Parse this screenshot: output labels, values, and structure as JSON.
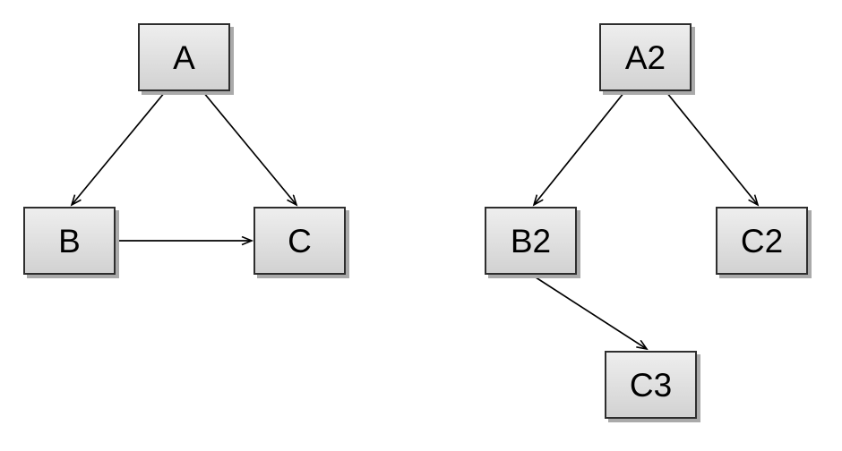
{
  "graph_left": {
    "nodes": [
      {
        "id": "A",
        "label": "A"
      },
      {
        "id": "B",
        "label": "B"
      },
      {
        "id": "C",
        "label": "C"
      }
    ],
    "edges": [
      {
        "from": "A",
        "to": "B"
      },
      {
        "from": "A",
        "to": "C"
      },
      {
        "from": "B",
        "to": "C"
      }
    ]
  },
  "graph_right": {
    "nodes": [
      {
        "id": "A2",
        "label": "A2"
      },
      {
        "id": "B2",
        "label": "B2"
      },
      {
        "id": "C2",
        "label": "C2"
      },
      {
        "id": "C3",
        "label": "C3"
      }
    ],
    "edges": [
      {
        "from": "A2",
        "to": "B2"
      },
      {
        "from": "A2",
        "to": "C2"
      },
      {
        "from": "B2",
        "to": "C3"
      }
    ]
  },
  "style": {
    "background": "#ffffff",
    "node_fill_top": "#eeeeee",
    "node_fill_bottom": "#d2d2d2",
    "node_border": "#2e2e2e",
    "node_shadow": "#aaaaaa",
    "edge_color": "#000000",
    "label_color": "#000000"
  }
}
